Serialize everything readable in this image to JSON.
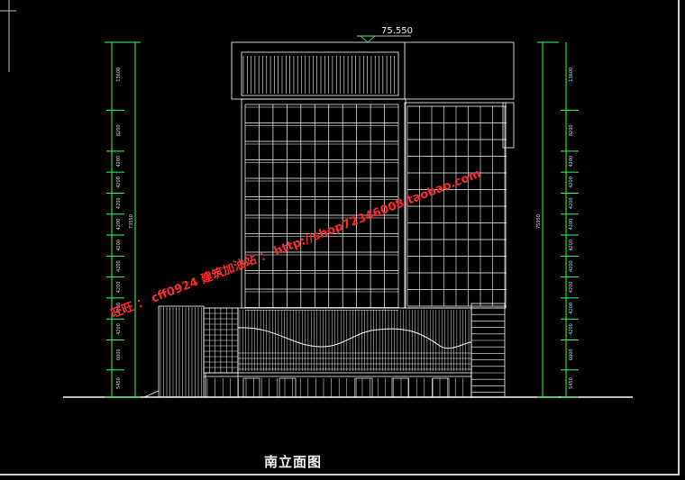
{
  "drawing": {
    "title": "南立面图",
    "elevation_mark": "75.550",
    "left_total_dim": "73550",
    "right_total_dim": "75950",
    "left_dims": [
      "13600",
      "8200",
      "4200",
      "4200",
      "4200",
      "4200",
      "4200",
      "4200",
      "4200",
      "4200",
      "4200",
      "6000",
      "5450"
    ],
    "right_dims": [
      "13600",
      "8200",
      "4200",
      "4200",
      "4200",
      "4200",
      "4200",
      "4200",
      "4200",
      "4200",
      "4200",
      "6000",
      "5450"
    ]
  },
  "watermark": {
    "text": "旺旺 ： cff0924  建筑加油站 ：  http://shop72346008.taobao.com",
    "color": "#ff2a2a"
  },
  "colors": {
    "background": "#000000",
    "lines": "#ffffff",
    "dimension": "#33ff66",
    "text": "#f2f2f2"
  }
}
